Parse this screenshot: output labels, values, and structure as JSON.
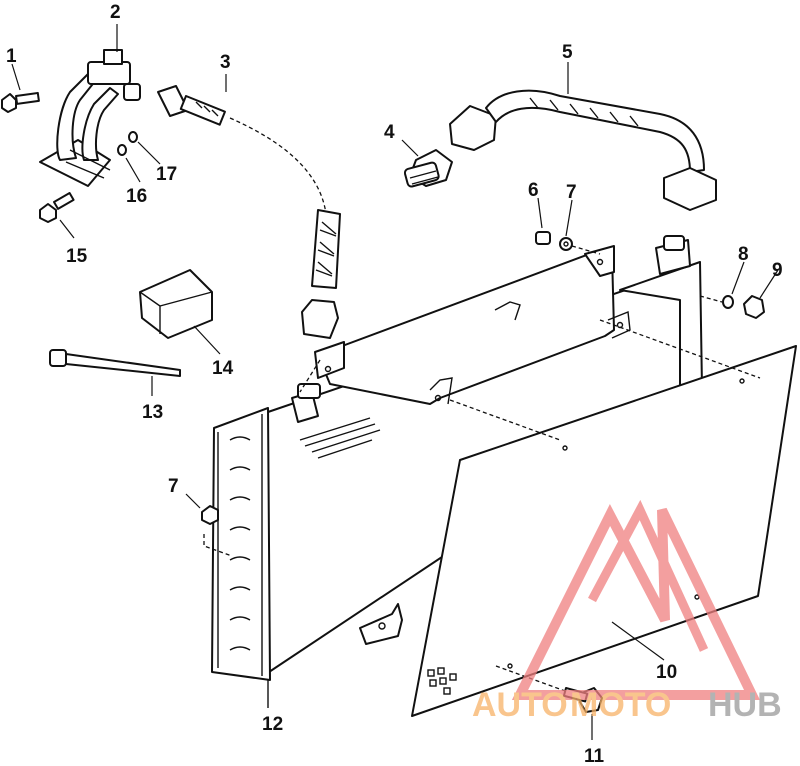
{
  "callouts": [
    {
      "id": "c1",
      "label": "1"
    },
    {
      "id": "c2",
      "label": "2"
    },
    {
      "id": "c3",
      "label": "3"
    },
    {
      "id": "c4",
      "label": "4"
    },
    {
      "id": "c5",
      "label": "5"
    },
    {
      "id": "c6",
      "label": "6"
    },
    {
      "id": "c7a",
      "label": "7"
    },
    {
      "id": "c7b",
      "label": "7"
    },
    {
      "id": "c8",
      "label": "8"
    },
    {
      "id": "c9",
      "label": "9"
    },
    {
      "id": "c10",
      "label": "10"
    },
    {
      "id": "c11",
      "label": "11"
    },
    {
      "id": "c12",
      "label": "12"
    },
    {
      "id": "c13",
      "label": "13"
    },
    {
      "id": "c14",
      "label": "14"
    },
    {
      "id": "c15",
      "label": "15"
    },
    {
      "id": "c16",
      "label": "16"
    },
    {
      "id": "c17",
      "label": "17"
    }
  ],
  "watermark": {
    "word1": "AUTO",
    "word2": "MOTO",
    "word3": "HUB",
    "color_orange": "#f7b267",
    "color_red": "#f08080",
    "color_gray": "#9a9a9a"
  }
}
